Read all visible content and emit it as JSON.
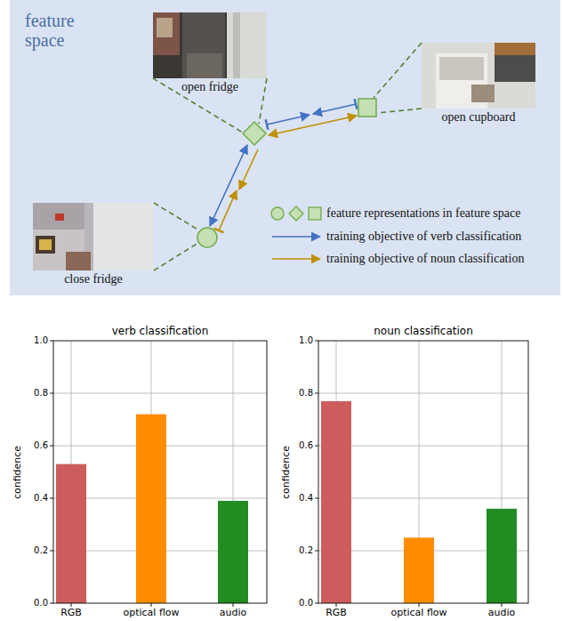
{
  "diagram": {
    "nodes": [
      {
        "text": [
          "open fridge"
        ]
      },
      {
        "text": [
          "open cupboard"
        ]
      },
      {
        "text": [
          "close fridge"
        ]
      }
    ],
    "labels": [
      "feature space",
      "verb classification",
      "confidence",
      "0.0",
      "0.2",
      "0.4",
      "0.6",
      "0.8",
      "1.0",
      "RGB",
      "optical flow",
      "audio",
      "noun classification",
      "confidence",
      "0.0",
      "0.2",
      "0.4",
      "0.6",
      "0.8",
      "1.0",
      "RGB",
      "optical flow",
      "audio"
    ],
    "legend": [
      {
        "text": "feature representations in feature space"
      },
      {
        "text": "training objective of verb classification"
      },
      {
        "text": "training objective of noun classification"
      }
    ]
  }
}
